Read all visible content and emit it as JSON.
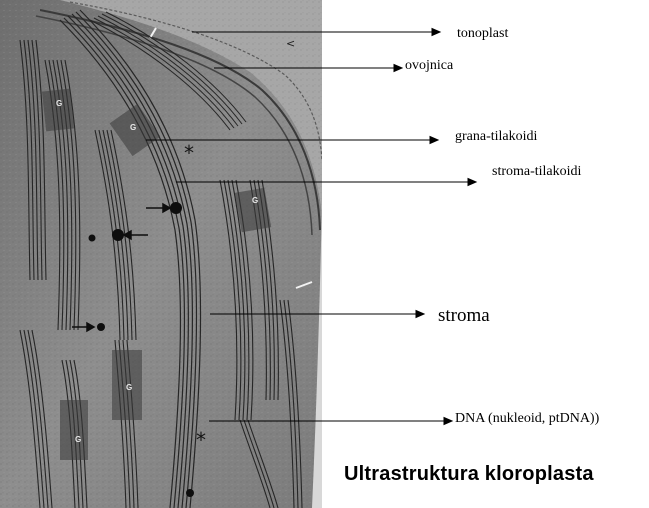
{
  "figure": {
    "title": "Ultrastruktura kloroplasta"
  },
  "labels": {
    "tonoplast": "tonoplast",
    "envelope": "ovojnica",
    "grana": "grana-tilakoidi",
    "stroma_thylakoids": "stroma-tilakoidi",
    "stroma": "stroma",
    "dna": "DNA (nukleoid, ptDNA))"
  },
  "micrograph_marks": {
    "granum_letter": "G",
    "asterisk": "*",
    "caret": "<"
  },
  "colors": {
    "background": "#ffffff",
    "micrograph_base": "#8e8e8e",
    "membranes": "#2a2a2a"
  }
}
